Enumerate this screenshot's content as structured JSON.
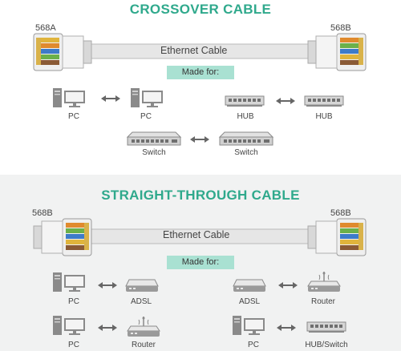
{
  "crossover": {
    "title": "CROSSOVER CABLE",
    "left_standard": "568A",
    "right_standard": "568B",
    "cable_label": "Ethernet Cable",
    "made_for": "Made for:",
    "pairs": [
      {
        "left": "PC",
        "right": "PC"
      },
      {
        "left": "HUB",
        "right": "HUB"
      },
      {
        "left": "Switch",
        "right": "Switch"
      }
    ]
  },
  "straight": {
    "title": "STRAIGHT-THROUGH CABLE",
    "left_standard": "568B",
    "right_standard": "568B",
    "cable_label": "Ethernet Cable",
    "made_for": "Made for:",
    "pairs": [
      {
        "left": "PC",
        "right": "ADSL"
      },
      {
        "left": "ADSL",
        "right": "Router"
      },
      {
        "left": "PC",
        "right": "Router"
      },
      {
        "left": "PC",
        "right": "HUB/Switch"
      }
    ]
  },
  "colors": {
    "accent": "#2fa98c",
    "badge": "#a9e1d2",
    "device": "#8a8a8a",
    "cable": "#e6e6e6"
  },
  "icons": [
    "connector-icon",
    "pc-icon",
    "hub-icon",
    "switch-icon",
    "adsl-modem-icon",
    "router-icon",
    "double-arrow-icon"
  ]
}
